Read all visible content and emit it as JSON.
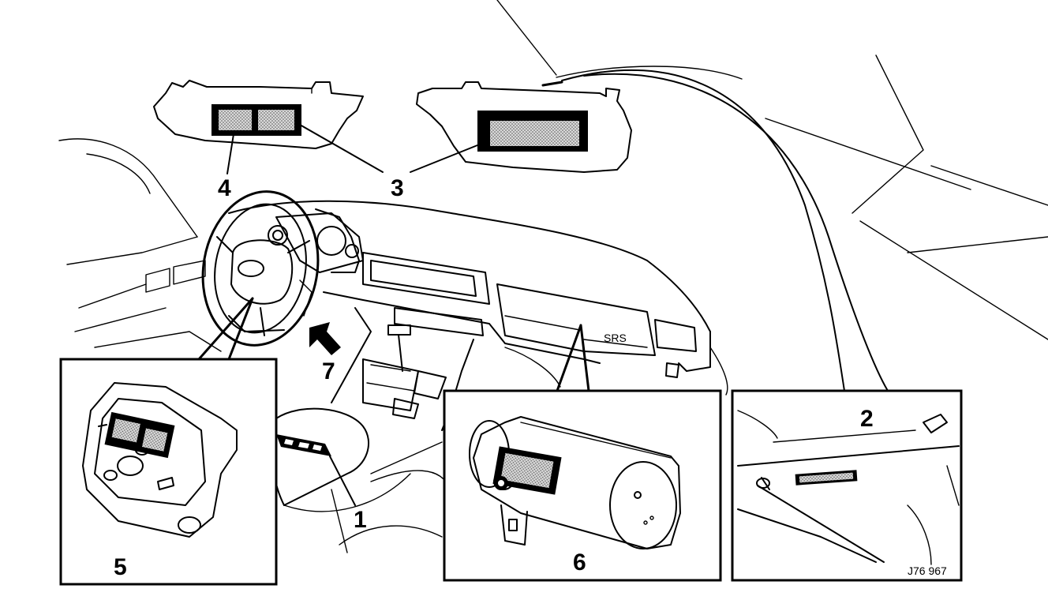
{
  "diagram": {
    "callouts": [
      {
        "id": "1",
        "text": "1"
      },
      {
        "id": "2",
        "text": "2"
      },
      {
        "id": "3",
        "text": "3"
      },
      {
        "id": "4",
        "text": "4"
      },
      {
        "id": "5",
        "text": "5"
      },
      {
        "id": "6",
        "text": "6"
      },
      {
        "id": "7",
        "text": "7"
      }
    ],
    "reference_code": "J76 967",
    "steering_wheel_badge": "SRS"
  },
  "colors": {
    "ink": "#000000",
    "paper": "#ffffff",
    "label_fill": "#bdbdbd"
  }
}
